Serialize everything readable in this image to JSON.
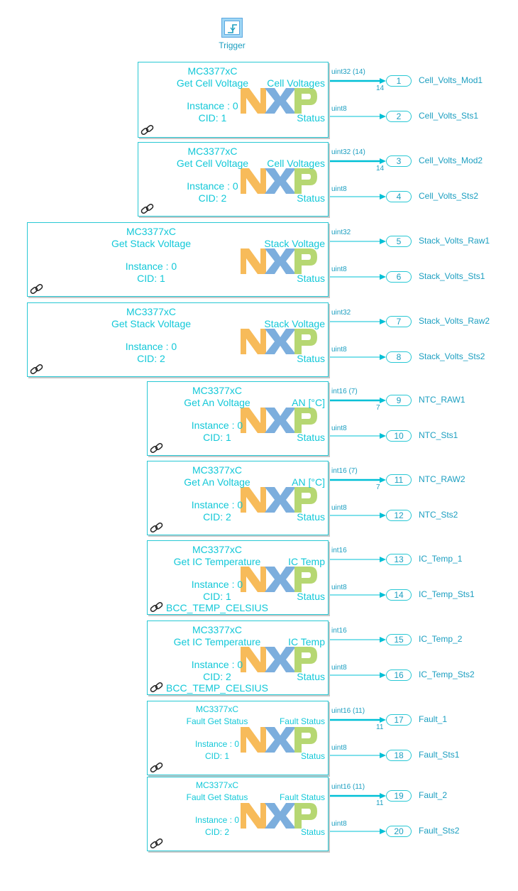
{
  "trigger": {
    "label": "Trigger"
  },
  "blocks": [
    {
      "title": "MC3377xC",
      "func": "Get Cell Voltage",
      "out1": "Cell Voltages",
      "instance": "Instance : 0",
      "cid": "CID: 1",
      "extra": "",
      "status": "Status",
      "sig1": "uint32 (14)",
      "dim": "14",
      "sig2": "uint8",
      "port1": "1",
      "name1": "Cell_Volts_Mod1",
      "port2": "2",
      "name2": "Cell_Volts_Sts1"
    },
    {
      "title": "MC3377xC",
      "func": "Get Cell Voltage",
      "out1": "Cell Voltages",
      "instance": "Instance : 0",
      "cid": "CID: 2",
      "extra": "",
      "status": "Status",
      "sig1": "uint32 (14)",
      "dim": "14",
      "sig2": "uint8",
      "port1": "3",
      "name1": "Cell_Volts_Mod2",
      "port2": "4",
      "name2": "Cell_Volts_Sts2"
    },
    {
      "title": "MC3377xC",
      "func": "Get Stack Voltage",
      "out1": "Stack Voltage",
      "instance": "Instance : 0",
      "cid": "CID: 1",
      "extra": "",
      "status": "Status",
      "sig1": "uint32",
      "dim": "",
      "sig2": "uint8",
      "port1": "5",
      "name1": "Stack_Volts_Raw1",
      "port2": "6",
      "name2": "Stack_Volts_Sts1"
    },
    {
      "title": "MC3377xC",
      "func": "Get Stack Voltage",
      "out1": "Stack Voltage",
      "instance": "Instance : 0",
      "cid": "CID: 2",
      "extra": "",
      "status": "Status",
      "sig1": "uint32",
      "dim": "",
      "sig2": "uint8",
      "port1": "7",
      "name1": "Stack_Volts_Raw2",
      "port2": "8",
      "name2": "Stack_Volts_Sts2"
    },
    {
      "title": "MC3377xC",
      "func": "Get An Voltage",
      "out1": "AN [°C]",
      "instance": "Instance : 0",
      "cid": "CID: 1",
      "extra": "",
      "status": "Status",
      "sig1": "int16 (7)",
      "dim": "7",
      "sig2": "uint8",
      "port1": "9",
      "name1": "NTC_RAW1",
      "port2": "10",
      "name2": "NTC_Sts1"
    },
    {
      "title": "MC3377xC",
      "func": "Get An Voltage",
      "out1": "AN [°C]",
      "instance": "Instance : 0",
      "cid": "CID: 2",
      "extra": "",
      "status": "Status",
      "sig1": "int16 (7)",
      "dim": "7",
      "sig2": "uint8",
      "port1": "11",
      "name1": "NTC_RAW2",
      "port2": "12",
      "name2": "NTC_Sts2"
    },
    {
      "title": "MC3377xC",
      "func": "Get IC Temperature",
      "out1": "IC Temp",
      "instance": "Instance : 0",
      "cid": "CID: 1",
      "extra": "BCC_TEMP_CELSIUS",
      "status": "Status",
      "sig1": "int16",
      "dim": "",
      "sig2": "uint8",
      "port1": "13",
      "name1": "IC_Temp_1",
      "port2": "14",
      "name2": "IC_Temp_Sts1"
    },
    {
      "title": "MC3377xC",
      "func": "Get IC Temperature",
      "out1": "IC Temp",
      "instance": "Instance : 0",
      "cid": "CID: 2",
      "extra": "BCC_TEMP_CELSIUS",
      "status": "Status",
      "sig1": "int16",
      "dim": "",
      "sig2": "uint8",
      "port1": "15",
      "name1": "IC_Temp_2",
      "port2": "16",
      "name2": "IC_Temp_Sts2"
    },
    {
      "title": "MC3377xC",
      "func": "Fault Get Status",
      "out1": "Fault Status",
      "instance": "Instance : 0",
      "cid": "CID: 1",
      "extra": "",
      "status": "Status",
      "sig1": "uint16 (11)",
      "dim": "11",
      "sig2": "uint8",
      "port1": "17",
      "name1": "Fault_1",
      "port2": "18",
      "name2": "Fault_Sts1"
    },
    {
      "title": "MC3377xC",
      "func": "Fault Get Status",
      "out1": "Fault Status",
      "instance": "Instance : 0",
      "cid": "CID: 2",
      "extra": "",
      "status": "Status",
      "sig1": "uint16 (11)",
      "dim": "11",
      "sig2": "uint8",
      "port1": "19",
      "name1": "Fault_2",
      "port2": "20",
      "name2": "Fault_Sts2"
    }
  ],
  "colors": {
    "block": "#28c8d4",
    "text": "#12c8d8",
    "wire": "#00c0d6",
    "nxp_orange": "#f5a21b",
    "nxp_blue": "#4a90d0",
    "nxp_green": "#9bc83c"
  },
  "icons": {
    "link": "link-icon",
    "trigger": "trigger-icon",
    "logo": "nxp-logo"
  }
}
